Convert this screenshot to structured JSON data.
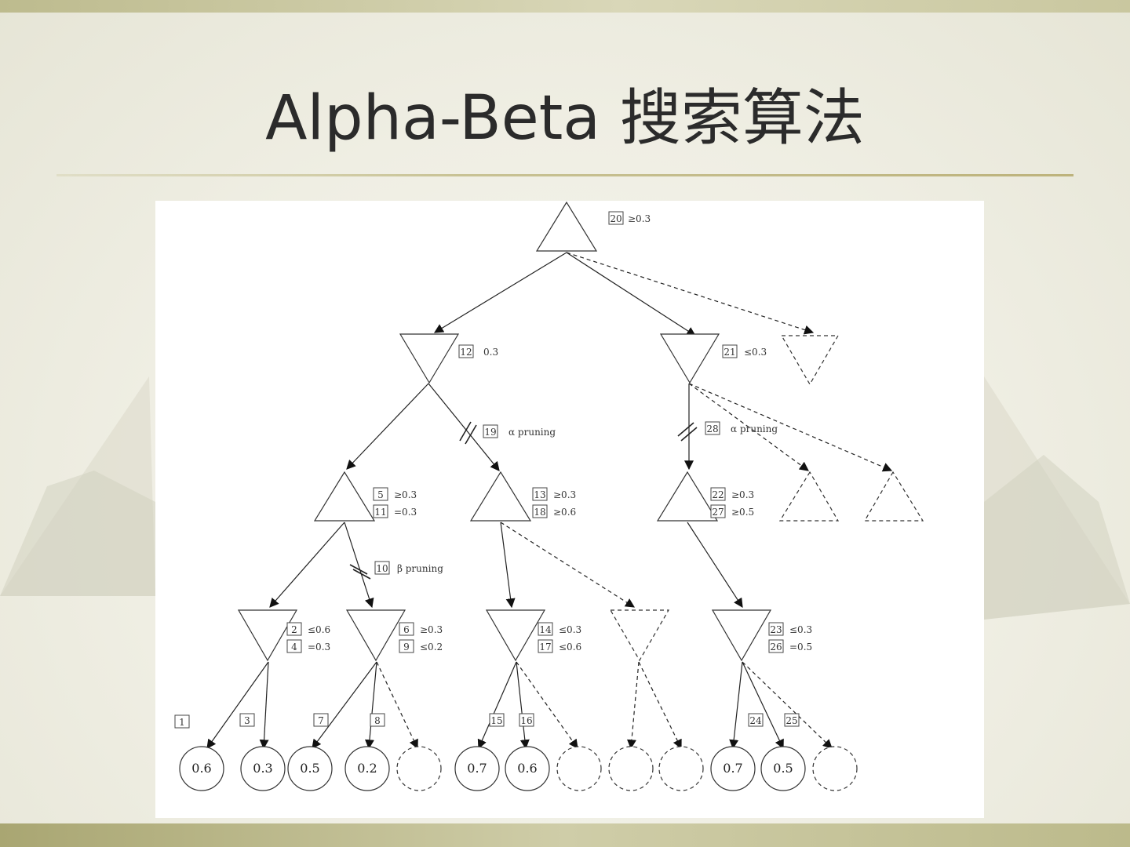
{
  "slide": {
    "title": "Alpha-Beta  搜索算法"
  },
  "diagram": {
    "root": {
      "step": "20",
      "bound": "≥0.3"
    },
    "nodes": [
      {
        "id": "n12",
        "steps": [
          "12"
        ],
        "bounds": [
          "0.3"
        ]
      },
      {
        "id": "n21",
        "steps": [
          "21"
        ],
        "bounds": [
          "≤0.3"
        ]
      },
      {
        "id": "n5",
        "steps": [
          "5",
          "11"
        ],
        "bounds": [
          "≥0.3",
          "=0.3"
        ]
      },
      {
        "id": "n13",
        "steps": [
          "13",
          "18"
        ],
        "bounds": [
          "≥0.3",
          "≥0.6"
        ]
      },
      {
        "id": "n22",
        "steps": [
          "22",
          "27"
        ],
        "bounds": [
          "≥0.3",
          "≥0.5"
        ]
      },
      {
        "id": "n2",
        "steps": [
          "2",
          "4"
        ],
        "bounds": [
          "≤0.6",
          "=0.3"
        ]
      },
      {
        "id": "n6",
        "steps": [
          "6",
          "9"
        ],
        "bounds": [
          "≥0.3",
          "≤0.2"
        ]
      },
      {
        "id": "n14",
        "steps": [
          "14",
          "17"
        ],
        "bounds": [
          "≤0.3",
          "≤0.6"
        ]
      },
      {
        "id": "n23",
        "steps": [
          "23",
          "26"
        ],
        "bounds": [
          "≤0.3",
          "=0.5"
        ]
      }
    ],
    "prunings": [
      {
        "step": "19",
        "label": "α pruning"
      },
      {
        "step": "28",
        "label": "α pruning"
      },
      {
        "step": "10",
        "label": "β pruning"
      }
    ],
    "edge_steps": [
      "1",
      "3",
      "7",
      "8",
      "15",
      "16",
      "24",
      "25"
    ],
    "leaves": [
      "0.6",
      "0.3",
      "0.5",
      "0.2",
      "",
      "0.7",
      "0.6",
      "",
      "",
      "",
      "0.7",
      "0.5",
      ""
    ]
  }
}
